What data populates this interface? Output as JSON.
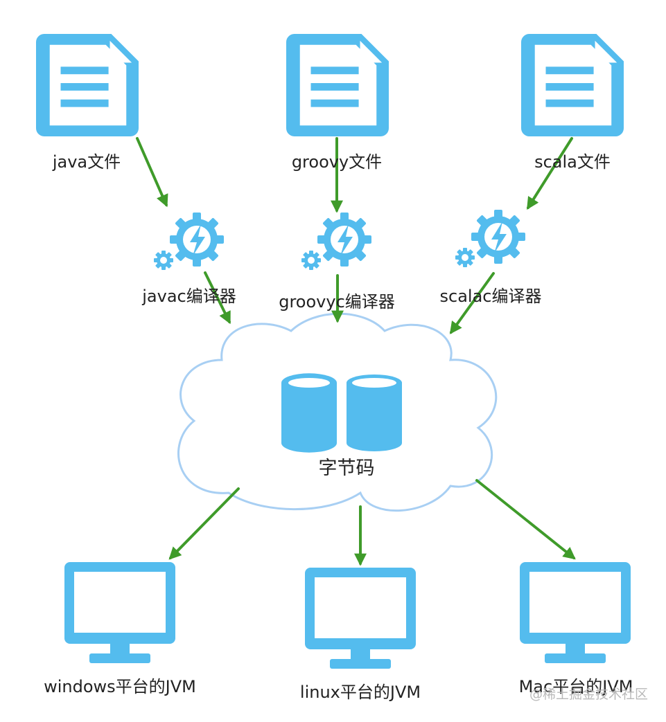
{
  "colors": {
    "icon": "#54BCEE",
    "arrow": "#3F9B2A",
    "cloud_stroke": "#A8CFF3",
    "text": "#222222"
  },
  "sources": [
    {
      "label": "java文件",
      "icon": "document-icon"
    },
    {
      "label": "groovy文件",
      "icon": "document-icon"
    },
    {
      "label": "scala文件",
      "icon": "document-icon"
    }
  ],
  "compilers": [
    {
      "label": "javac编译器",
      "icon": "gear-icon"
    },
    {
      "label": "groovyc编译器",
      "icon": "gear-icon"
    },
    {
      "label": "scalac编译器",
      "icon": "gear-icon"
    }
  ],
  "bytecode": {
    "label": "字节码",
    "icon": "database-icon",
    "container": "cloud"
  },
  "platforms": [
    {
      "label": "windows平台的JVM",
      "icon": "monitor-icon"
    },
    {
      "label": "linux平台的JVM",
      "icon": "monitor-icon"
    },
    {
      "label": "Mac平台的JVM",
      "icon": "monitor-icon"
    }
  ],
  "watermark": "@稀土掘金技术社区"
}
